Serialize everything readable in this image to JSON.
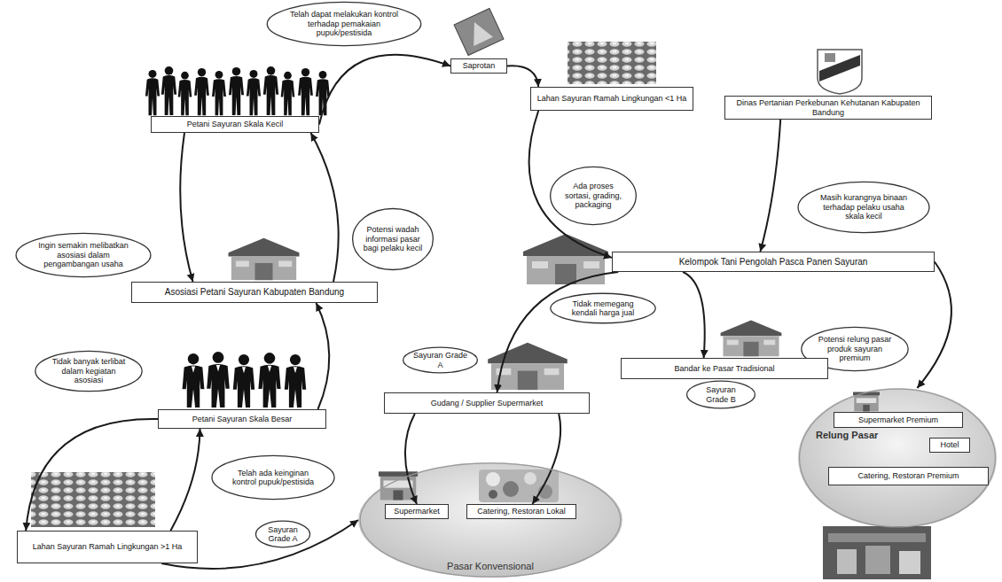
{
  "diagram": {
    "nodes": [
      {
        "text": [
          "Telah dapat melakukan kontrol terhadap pemakaian pupuk/pestisida"
        ]
      },
      {
        "text": [
          "Saprotan"
        ]
      },
      {
        "text": [
          "Lahan Sayuran Ramah Lingkungan <1 Ha"
        ]
      },
      {
        "text": [
          "Dinas Pertanian Perkebunan Kehutanan Kabupaten Bandung"
        ]
      },
      {
        "text": [
          "Petani Sayuran Skala Kecil"
        ]
      },
      {
        "text": [
          "Ada proses sortasi, grading, packaging"
        ]
      },
      {
        "text": [
          "Masih kurangnya binaan terhadap pelaku usaha skala kecil"
        ]
      },
      {
        "text": [
          "Potensi wadah informasi pasar bagi pelaku kecil"
        ]
      },
      {
        "text": [
          "Ingin semakin melibatkan asosiasi dalam pengambangan usaha"
        ]
      },
      {
        "text": [
          "Kelompok Tani Pengolah Pasca Panen Sayuran"
        ]
      },
      {
        "text": [
          "Asosiasi Petani Sayuran Kabupaten Bandung"
        ]
      },
      {
        "text": [
          "Tidak memegang kendali harga jual"
        ]
      },
      {
        "text": [
          "Potensi relung pasar produk sayuran premium"
        ]
      },
      {
        "text": [
          "Sayuran Grade A"
        ]
      },
      {
        "text": [
          "Tidak banyak terlibat dalam kegiatan asosiasi"
        ]
      },
      {
        "text": [
          "Bandar ke Pasar Tradisional"
        ]
      },
      {
        "text": [
          "Sayuran Grade B"
        ]
      },
      {
        "text": [
          "Gudang / Supplier Supermarket"
        ]
      },
      {
        "text": [
          "Petani Sayuran Skala Besar"
        ]
      },
      {
        "text": [
          "Relung Pasar"
        ]
      },
      {
        "text": [
          "Supermarket Premium"
        ],
        "in": 19
      },
      {
        "text": [
          "Hotel"
        ],
        "in": 19
      },
      {
        "text": [
          "Catering, Restoran Premium"
        ],
        "in": 19
      },
      {
        "text": [
          "Telah ada keinginan kontrol pupuk/pestisida"
        ]
      },
      {
        "text": [
          "Pasar Konvensional"
        ]
      },
      {
        "text": [
          "Supermarket"
        ],
        "in": 24
      },
      {
        "text": [
          "Catering, Restoran Lokal"
        ],
        "in": 24
      },
      {
        "text": [
          "Sayuran Grade A"
        ]
      },
      {
        "text": [
          "Lahan Sayuran Ramah Lingkungan >1 Ha"
        ]
      }
    ],
    "edges": [
      {
        "from": 4,
        "to": 1,
        "arrow": "to"
      },
      {
        "from": 1,
        "to": 2,
        "arrow": "to"
      },
      {
        "from": 2,
        "to": 9,
        "arrow": "to"
      },
      {
        "from": 3,
        "to": 9,
        "arrow": "to"
      },
      {
        "from": 4,
        "to": 10,
        "arrow": "to"
      },
      {
        "from": 10,
        "to": 4,
        "arrow": "to"
      },
      {
        "from": 18,
        "to": 10,
        "arrow": "to"
      },
      {
        "from": 18,
        "to": 28,
        "arrow": "to"
      },
      {
        "from": 28,
        "to": 18,
        "arrow": "to"
      },
      {
        "from": 28,
        "to": 24,
        "arrow": "to"
      },
      {
        "from": 9,
        "to": 17,
        "arrow": "to"
      },
      {
        "from": 9,
        "to": 15,
        "arrow": "to"
      },
      {
        "from": 9,
        "to": 19,
        "arrow": "to"
      },
      {
        "from": 17,
        "to": 25,
        "arrow": "to"
      },
      {
        "from": 17,
        "to": 26,
        "arrow": "to"
      }
    ]
  }
}
